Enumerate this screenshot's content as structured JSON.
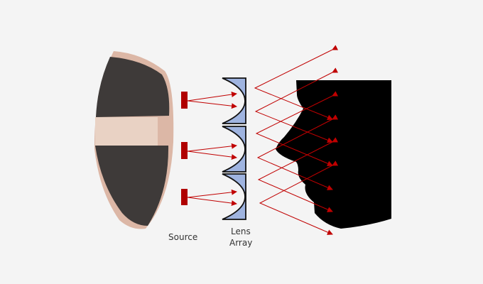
{
  "labels": {
    "source": "Source",
    "lens_line1": "Lens",
    "lens_line2": "Array"
  },
  "colors": {
    "background": "#f4f4f4",
    "ray": "#c00000",
    "source": "#b00000",
    "lens_fill": "#9fb4e0",
    "device_dark": "#3e3a39",
    "device_skin": "#e9d2c4",
    "device_rim": "#dcb7a6",
    "face": "#000000"
  },
  "components": {
    "source_count": 3,
    "lens_count": 3
  }
}
